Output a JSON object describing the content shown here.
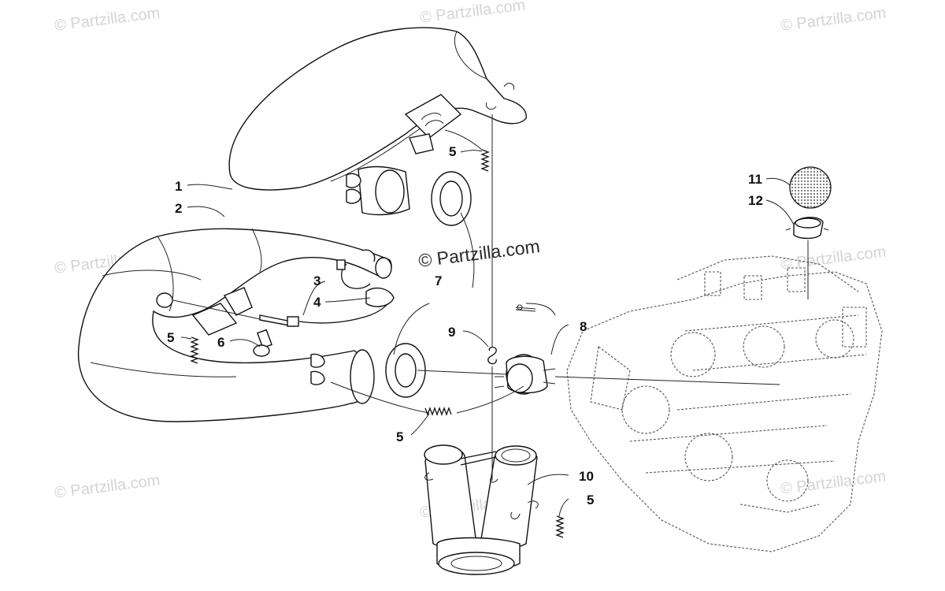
{
  "watermarks": {
    "small": "© Partzilla.com",
    "main": "© Partzilla.com"
  },
  "callouts": {
    "c1": "1",
    "c2": "2",
    "c3": "3",
    "c4": "4",
    "c5a": "5",
    "c5b": "5",
    "c5c": "5",
    "c5d": "5",
    "c6": "6",
    "c7": "7",
    "c8": "8",
    "c9": "9",
    "c10": "10",
    "c11": "11",
    "c12": "12"
  }
}
